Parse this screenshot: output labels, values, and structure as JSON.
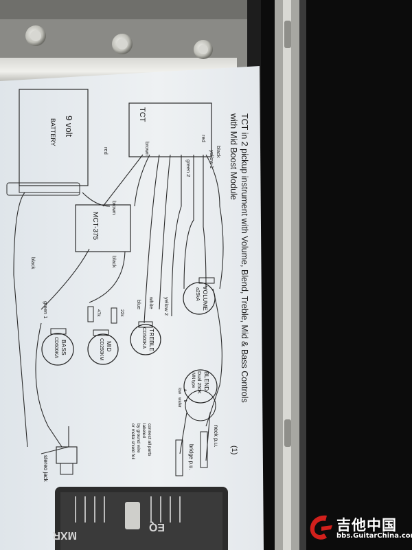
{
  "diagram": {
    "title": "TCT in 2 pickup instrument with Volume, Blend, Treble, Mid & Bass Controls",
    "subtitle": "with Mid Boost Module",
    "page_number": "(1)",
    "tct_label": "TCT",
    "battery": {
      "voltage": "9 volt",
      "label": "BATTERY"
    },
    "module": {
      "label": "MCT-375"
    },
    "pots": {
      "volume": {
        "name": "VOLUME",
        "value": "a25kA"
      },
      "blend": {
        "name": "BLEND",
        "line1": "Dual 250K",
        "line2": "MN type"
      },
      "treble": {
        "name": "TREBLE",
        "value": "CD500KA"
      },
      "mid": {
        "name": "MID",
        "value": "CD250KM"
      },
      "bass": {
        "name": "BASS",
        "value": "CD500KA"
      }
    },
    "resistors": {
      "r1": "47k",
      "r2": "22k"
    },
    "wires": {
      "red_top": "red",
      "red_battery": "red",
      "black_top": "black",
      "yellow_1": "yellow 1",
      "green_2": "green 2",
      "brown_top": "brown",
      "brown_module": "brown",
      "black_module": "black",
      "black_battery": "black",
      "yellow_2": "yellow 2",
      "white": "white",
      "blue": "blue",
      "green_1": "green 1"
    },
    "pickups": {
      "neck": "neck p.u.",
      "bridge": "bridge p.u."
    },
    "blend_side_labels": {
      "a": "a",
      "b": "b",
      "low": "low",
      "wafer": "wafer"
    },
    "jack": "stereo jack",
    "note": [
      "connect all parts",
      "labeled",
      "by ground wire",
      "or metal shield foil"
    ]
  },
  "pedal": {
    "brand": "MXR",
    "model": "EQ"
  },
  "watermark": {
    "site_cn": "吉他中国",
    "url": "bbs.GuitarChina.com"
  }
}
